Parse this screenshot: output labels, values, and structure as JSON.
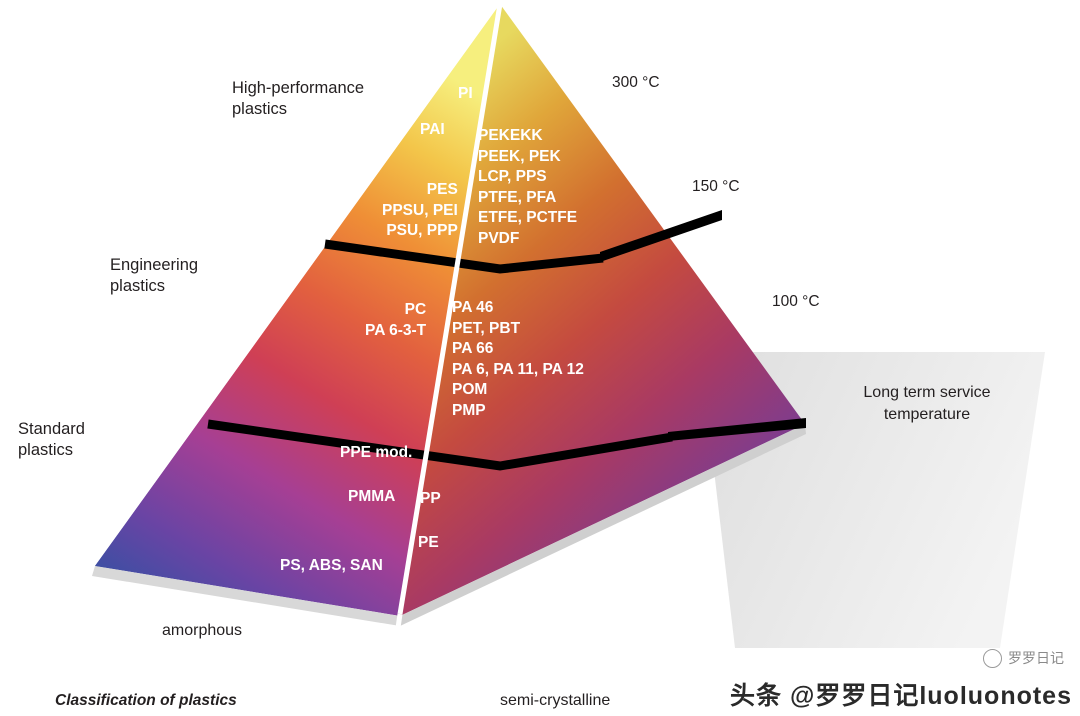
{
  "diagram": {
    "title_caption": "Classification of plastics",
    "base_axis_left": "amorphous",
    "base_axis_right": "semi-crystalline",
    "side_note": "Long term service temperature",
    "categories": [
      {
        "id": "high-performance",
        "label": "High-performance\nplastics",
        "line1": "High-performance",
        "line2": "plastics"
      },
      {
        "id": "engineering",
        "label": "Engineering plastics",
        "line1": "Engineering",
        "line2": "plastics"
      },
      {
        "id": "standard",
        "label": "Standard plastics",
        "line1": "Standard",
        "line2": "plastics"
      }
    ],
    "temperatures": [
      {
        "id": "t300",
        "value": "300 °C"
      },
      {
        "id": "t150",
        "value": "150 °C"
      },
      {
        "id": "t100",
        "value": "100 °C"
      }
    ],
    "tiers": {
      "high_performance": {
        "amorphous": [
          "PI",
          "PAI",
          "PES",
          "PPSU, PEI",
          "PSU, PPP"
        ],
        "semi_crystalline": [
          "PEKEKK",
          "PEEK, PEK",
          "LCP, PPS",
          "PTFE, PFA",
          "ETFE, PCTFE",
          "PVDF"
        ]
      },
      "engineering": {
        "amorphous": [
          "PC",
          "PA 6-3-T"
        ],
        "semi_crystalline": [
          "PA 46",
          "PET, PBT",
          "PA 66",
          "PA 6, PA 11, PA 12",
          "POM",
          "PMP"
        ]
      },
      "standard": {
        "amorphous": [
          "PPE mod.",
          "PMMA",
          "PS, ABS, SAN"
        ],
        "semi_crystalline": [
          "PP",
          "PE"
        ]
      }
    },
    "texts": {
      "pi": "PI",
      "pai": "PAI",
      "pes": "PES",
      "ppsu_pei": "PPSU, PEI",
      "psu_ppp": "PSU, PPP",
      "hp_right": "PEKEKK\nPEEK, PEK\nLCP, PPS\nPTFE, PFA\nETFE, PCTFE\nPVDF",
      "pc": "PC",
      "pa63t": "PA 6-3-T",
      "eng_right": "PA 46\nPET, PBT\nPA 66\nPA 6, PA 11, PA 12\nPOM\nPMP",
      "ppe_mod": "PPE mod.",
      "pmma": "PMMA",
      "ps_abs_san": "PS, ABS, SAN",
      "pp": "PP",
      "pe": "PE"
    },
    "colors": {
      "apex": "#f2e96b",
      "upper_orange": "#ef8a33",
      "mid_red": "#d8434f",
      "lower_magenta": "#a0409b",
      "base_blue": "#3b4fa3",
      "divider": "#000000",
      "text_dark": "#231f20",
      "text_light": "#ffffff",
      "shadow": "#e8e8e8"
    }
  },
  "watermark": {
    "text": "头条 @罗罗日记luoluonotes",
    "badge": "罗罗日记"
  }
}
